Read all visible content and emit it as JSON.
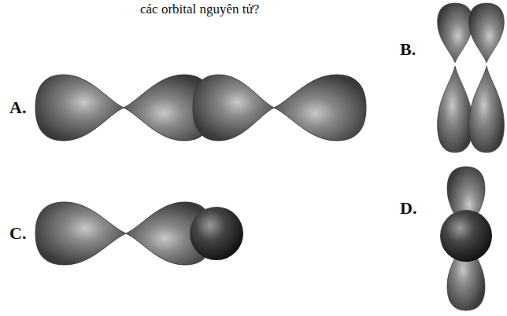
{
  "diagram": {
    "labels": [
      "các orbital nguyên tử?",
      "A.",
      "B.",
      "C.",
      "D."
    ]
  }
}
